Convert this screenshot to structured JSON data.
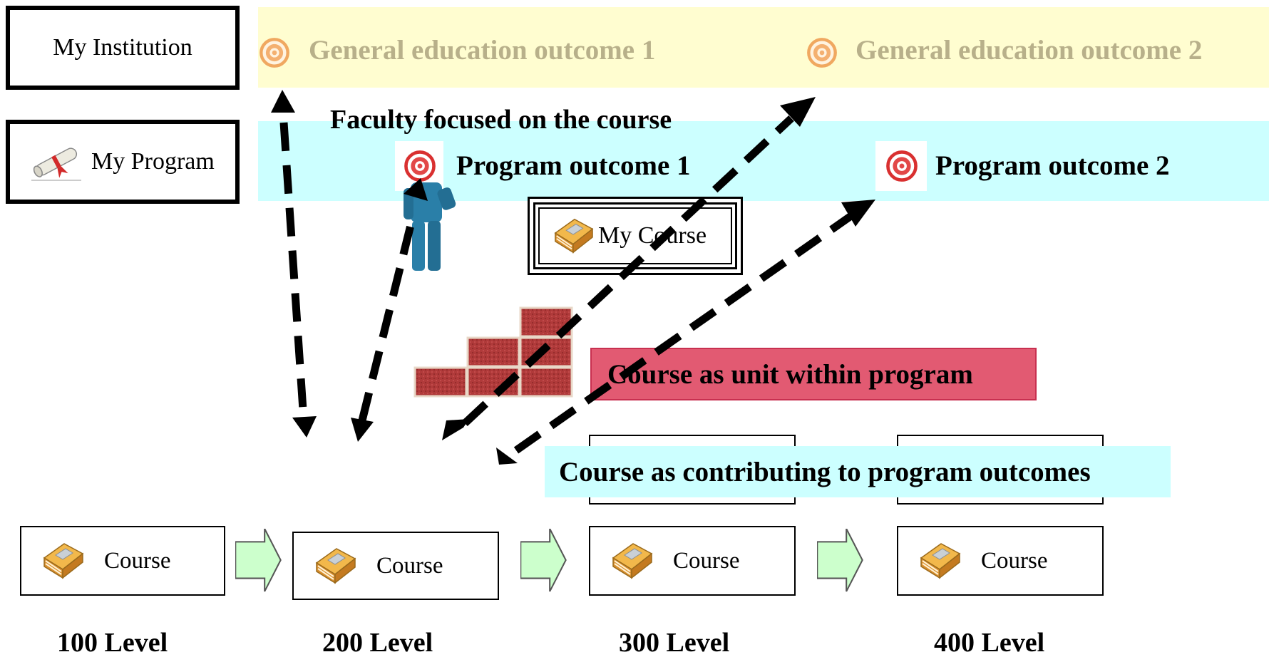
{
  "institution": {
    "label": "My Institution",
    "outcomes": [
      {
        "label": "General education outcome 1",
        "icon": "target-icon"
      },
      {
        "label": "General education outcome  2",
        "icon": "target-icon"
      }
    ],
    "band_color": "#FFFDD0",
    "text_color": "#B8B08A"
  },
  "program": {
    "label": "My Program",
    "icon": "diploma-scroll-icon",
    "outcomes": [
      {
        "label": "Program outcome 1",
        "icon": "target-icon"
      },
      {
        "label": "Program outcome 2",
        "icon": "target-icon"
      }
    ],
    "band_color": "#CCFFFF"
  },
  "faculty": {
    "label": "Faculty focused on the course",
    "icon": "person-icon"
  },
  "my_course": {
    "label": "My Course",
    "icon": "book-icon"
  },
  "bricks": {
    "icon": "brick-wall-icon"
  },
  "captions": {
    "unit": "Course as unit within program",
    "contributing": "Course as contributing to program outcomes",
    "unit_color": "#E8506A",
    "contributing_color": "#CCFFFF"
  },
  "courses": [
    {
      "label": "Course",
      "level": "100 Level"
    },
    {
      "label": "Course",
      "level": "200 Level"
    },
    {
      "label": "Course",
      "level": "300 Level"
    },
    {
      "label": "Course",
      "level": "400 Level"
    }
  ],
  "progression_arrow_color": "#CCFFCC"
}
